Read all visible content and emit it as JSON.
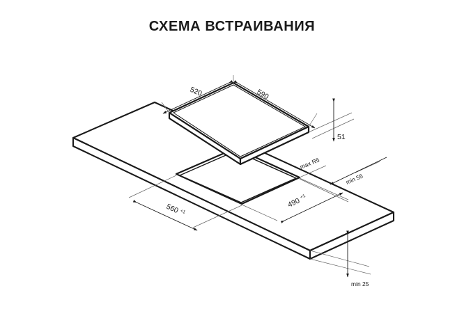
{
  "title": "СХЕМА ВСТРАИВАНИЯ",
  "colors": {
    "background": "#ffffff",
    "line": "#1a1a1a",
    "thin_line": "#555555",
    "text": "#1a1a1a"
  },
  "drawing": {
    "type": "isometric-technical-drawing",
    "subject": "built-in cooktop installation scheme",
    "parts": [
      {
        "name": "countertop",
        "label": ""
      },
      {
        "name": "cooktop-panel",
        "label": ""
      },
      {
        "name": "cutout-opening",
        "label": ""
      }
    ]
  },
  "dimensions": {
    "cooktop_width_left": {
      "value": "520",
      "tolerance": ""
    },
    "cooktop_width_right": {
      "value": "590",
      "tolerance": ""
    },
    "cooktop_height": {
      "value": "51",
      "tolerance": ""
    },
    "corner_radius": {
      "value": "max R5",
      "tolerance": ""
    },
    "edge_clearance": {
      "value": "min 55",
      "tolerance": ""
    },
    "cutout_width": {
      "value": "560",
      "tolerance": "+1"
    },
    "cutout_depth": {
      "value": "490",
      "tolerance": "+1"
    },
    "counter_thickness": {
      "value": "min 25",
      "tolerance": ""
    }
  }
}
